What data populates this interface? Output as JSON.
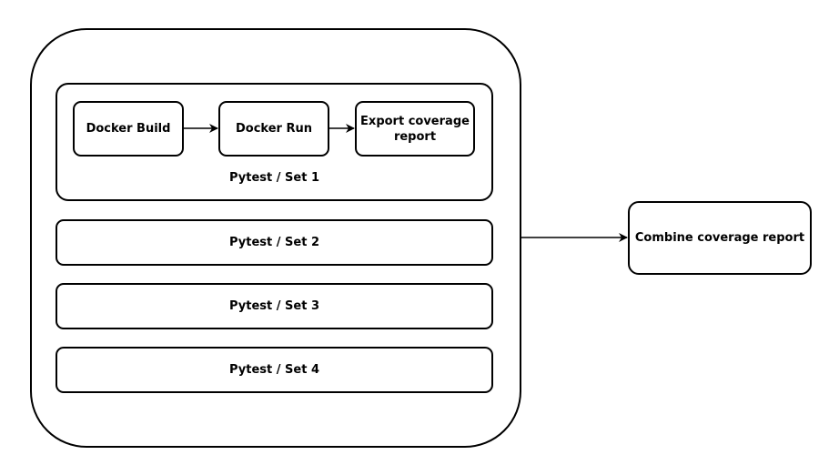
{
  "diagram": {
    "outer_group": {
      "set1": {
        "label": "Pytest / Set 1",
        "steps": {
          "docker_build": "Docker Build",
          "docker_run": "Docker Run",
          "export_coverage": "Export coverage report"
        }
      },
      "set2": "Pytest / Set 2",
      "set3": "Pytest / Set 3",
      "set4": "Pytest / Set 4"
    },
    "combine": "Combine coverage report"
  }
}
